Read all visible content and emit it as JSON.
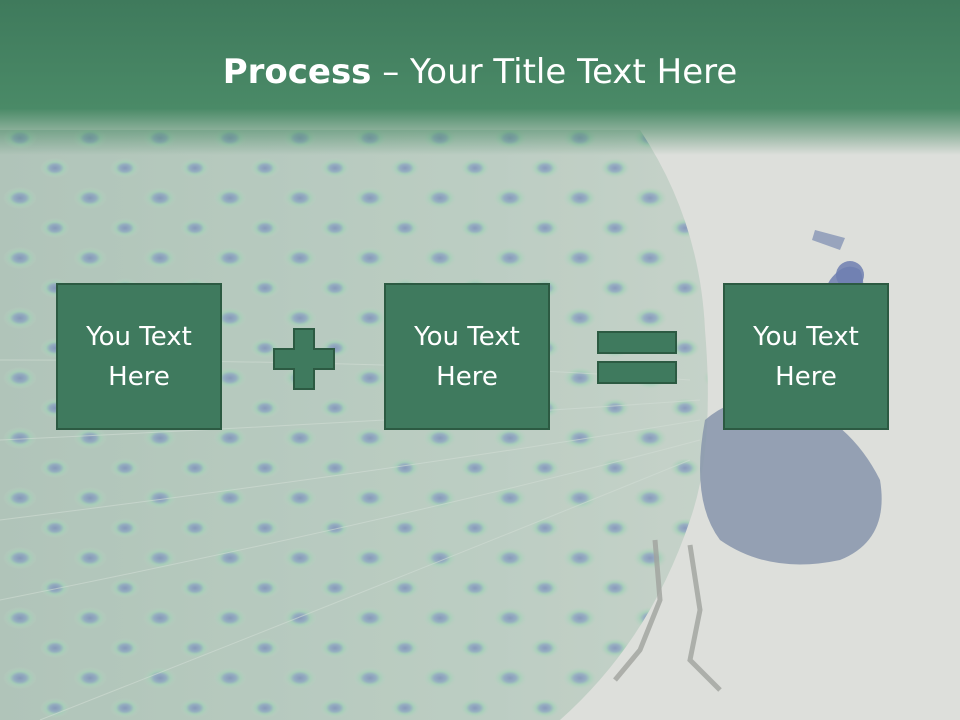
{
  "slide": {
    "title_bold": "Process",
    "title_rest": " – Your Title Text Here"
  },
  "boxes": [
    {
      "text": "You Text Here"
    },
    {
      "text": "You Text Here"
    },
    {
      "text": "You Text Here"
    }
  ],
  "operators": [
    "plus",
    "equals"
  ],
  "colors": {
    "accent": "#3f7a5e",
    "border": "#2c5a42",
    "title_band": "#448462",
    "text": "#ffffff"
  }
}
